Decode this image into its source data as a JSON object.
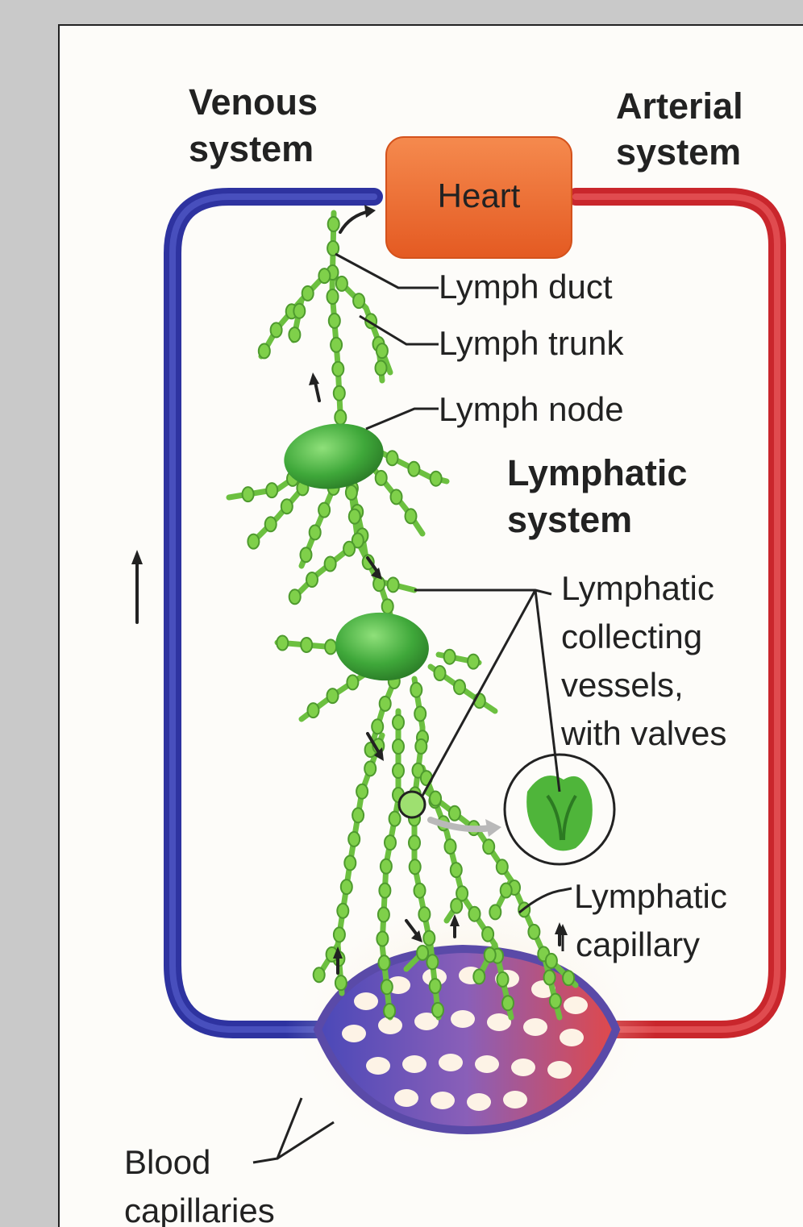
{
  "labels": {
    "venous_line1": "Venous",
    "venous_line2": "system",
    "arterial_line1": "Arterial",
    "arterial_line2": "system",
    "heart": "Heart",
    "lymph_duct": "Lymph duct",
    "lymph_trunk": "Lymph trunk",
    "lymph_node": "Lymph node",
    "lymphatic_system_line1": "Lymphatic",
    "lymphatic_system_line2": "system",
    "collecting_line1": "Lymphatic",
    "collecting_line2": "collecting",
    "collecting_line3": "vessels,",
    "collecting_line4": "with valves",
    "capillary_line1": "Lymphatic",
    "capillary_line2": "capillary",
    "blood_line1": "Blood",
    "blood_line2": "capillaries"
  },
  "colors": {
    "venous": "#3a3fae",
    "arterial": "#d8383c",
    "heart": "#ef6a2e",
    "lymph": "#6cc040",
    "node": "#3fa83a"
  }
}
